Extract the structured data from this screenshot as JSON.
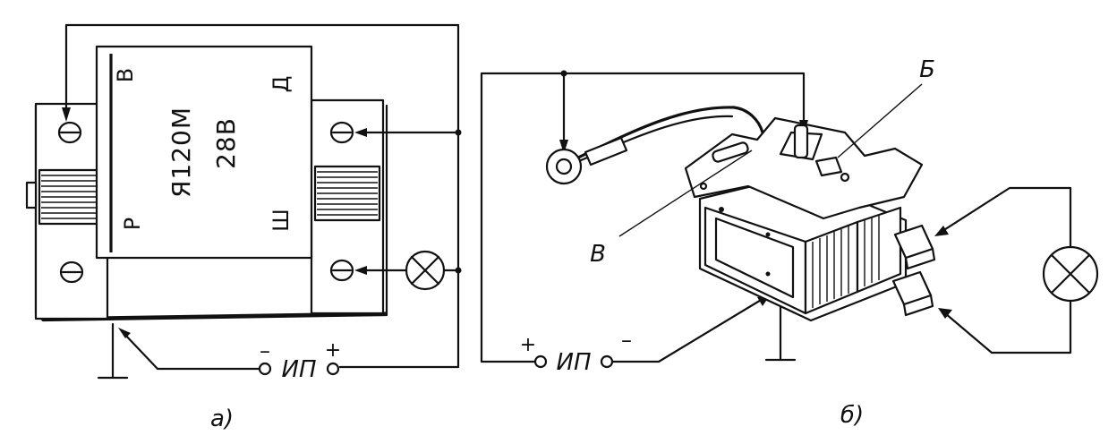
{
  "diagram_a": {
    "relay_model": "Я120М",
    "relay_voltage": "28В",
    "terminal_v": "В",
    "terminal_d": "Д",
    "terminal_r": "Р",
    "terminal_sh": "Ш",
    "source_minus": "–",
    "source_label": "ИП",
    "source_plus": "+",
    "caption": "а)"
  },
  "diagram_b": {
    "label_b": "Б",
    "label_v": "В",
    "source_plus": "+",
    "source_label": "ИП",
    "source_minus": "–",
    "caption": "б)"
  }
}
